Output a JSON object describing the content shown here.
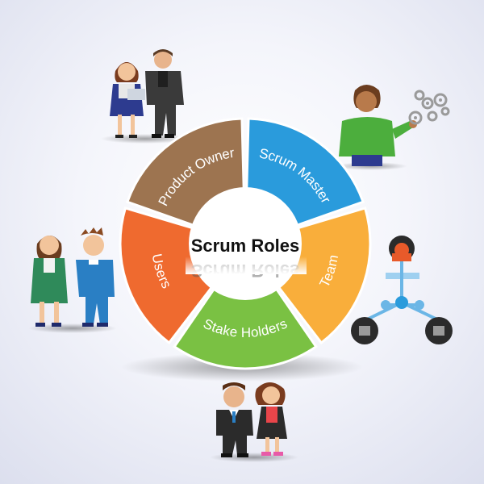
{
  "diagram": {
    "center_label": "Scrum Roles",
    "segments": [
      {
        "label": "Scrum Master",
        "color": "#2a9bdc"
      },
      {
        "label": "Team",
        "color": "#f9ae3b"
      },
      {
        "label": "Stake Holders",
        "color": "#7ac143"
      },
      {
        "label": "Users",
        "color": "#ef6a2f"
      },
      {
        "label": "Product Owner",
        "color": "#9d7450"
      }
    ]
  },
  "figures": [
    {
      "icon": "product-owner-people-icon"
    },
    {
      "icon": "scrum-master-person-with-gears-icon"
    },
    {
      "icon": "team-network-icon"
    },
    {
      "icon": "stake-holders-people-icon"
    },
    {
      "icon": "users-people-icon"
    }
  ],
  "colors": {
    "ring_border": "#ffffff",
    "center_fill": "#ffffff",
    "text": "#ffffff",
    "center_text": "#111111"
  }
}
